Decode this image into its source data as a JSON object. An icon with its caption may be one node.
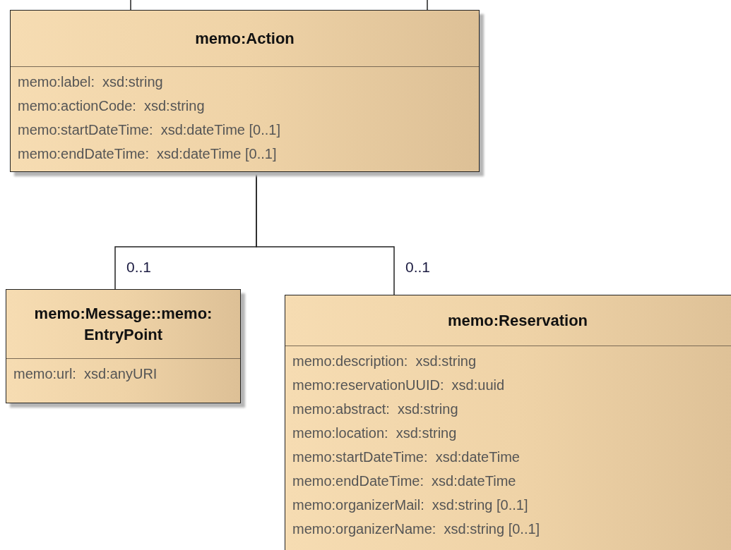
{
  "diagram": {
    "nodes": [
      {
        "text": [
          "memo:Action",
          "memo:label:  xsd:string",
          "memo:actionCode:  xsd:string",
          "memo:startDateTime:  xsd:dateTime [0..1]",
          "memo:endDateTime:  xsd:dateTime [0..1]"
        ]
      },
      {
        "text": [
          "memo:Message::memo: EntryPoint",
          "memo:url:  xsd:anyURI"
        ]
      },
      {
        "text": [
          "memo:Reservation",
          "memo:description:  xsd:string",
          "memo:reservationUUID:  xsd:uuid",
          "memo:abstract:  xsd:string",
          "memo:location:  xsd:string",
          "memo:startDateTime:  xsd:dateTime",
          "memo:endDateTime:  xsd:dateTime",
          "memo:organizerMail:  xsd:string [0..1]",
          "memo:organizerName:  xsd:string [0..1]"
        ]
      }
    ],
    "edges": [
      {
        "from": null,
        "to": 0,
        "arrow": "none"
      },
      {
        "from": null,
        "to": 0,
        "arrow": "none"
      },
      {
        "from": 0,
        "to": 1,
        "arrow": "none",
        "label": "0..1"
      },
      {
        "from": 0,
        "to": 2,
        "arrow": "none",
        "label": "0..1"
      }
    ]
  }
}
